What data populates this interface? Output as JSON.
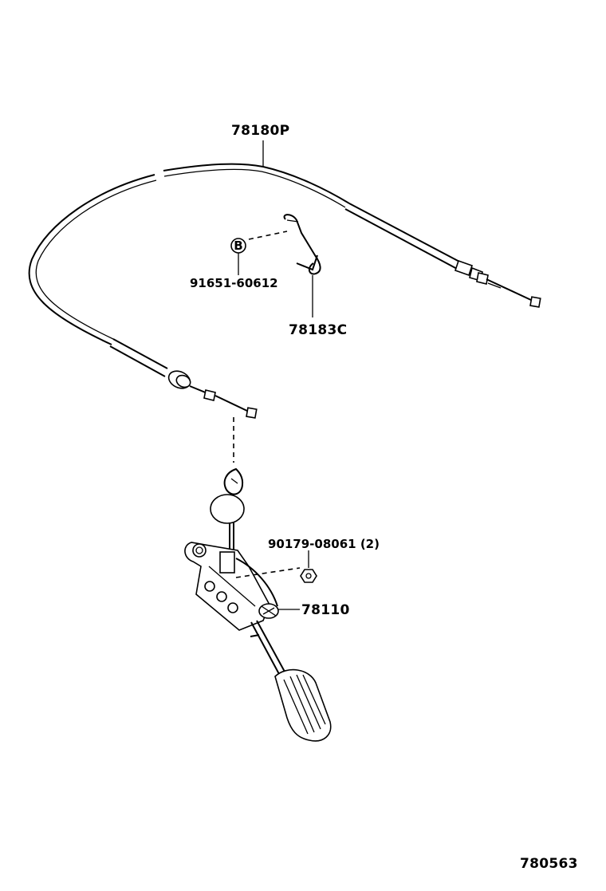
{
  "diagram": {
    "part_labels": {
      "cable": "78180P",
      "clip_bolt": "91651-60612",
      "clip_ref": "B",
      "clip": "78183C",
      "nut": "90179-08061 (2)",
      "pedal": "78110"
    },
    "figure_number": "780563"
  }
}
